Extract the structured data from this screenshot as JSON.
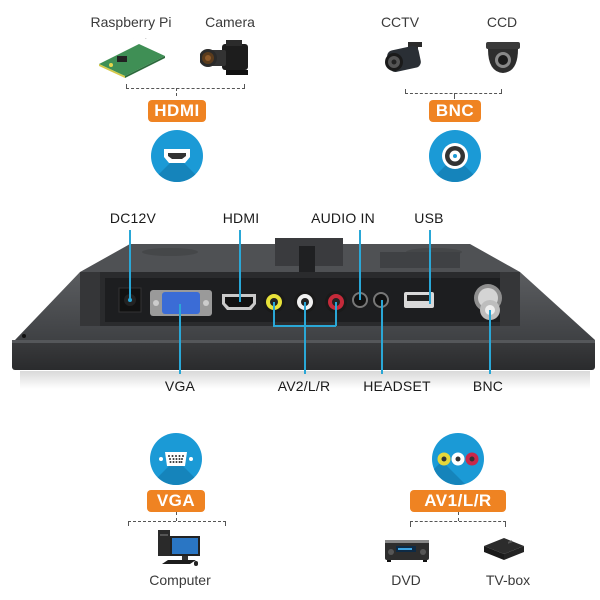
{
  "top_left_group": {
    "sources": [
      {
        "label": "Raspberry Pi",
        "icon": "raspberry-pi-board"
      },
      {
        "label": "Camera",
        "icon": "video-camera"
      }
    ],
    "badge": "HDMI",
    "connector_icon": "hdmi-port-icon"
  },
  "top_right_group": {
    "sources": [
      {
        "label": "CCTV",
        "icon": "bullet-security-camera"
      },
      {
        "label": "CCD",
        "icon": "dome-security-camera"
      }
    ],
    "badge": "BNC",
    "connector_icon": "bnc-port-icon"
  },
  "monitor_ports": {
    "top_labels": [
      "DC12V",
      "HDMI",
      "AUDIO IN",
      "USB"
    ],
    "bottom_labels": [
      "VGA",
      "AV2/L/R",
      "HEADSET",
      "BNC"
    ]
  },
  "bottom_left_group": {
    "badge": "VGA",
    "connector_icon": "vga-port-icon",
    "devices": [
      {
        "label": "Computer",
        "icon": "desktop-computer"
      }
    ]
  },
  "bottom_right_group": {
    "badge": "AV1/L/R",
    "connector_icon": "rca-av-port-icon",
    "devices": [
      {
        "label": "DVD",
        "icon": "dvd-player"
      },
      {
        "label": "TV-box",
        "icon": "tv-box"
      }
    ]
  },
  "colors": {
    "badge_orange": "#ef8322",
    "circle_blue": "#1b9ad6",
    "leader_line": "#2aa7d6",
    "monitor_body": "#3a3b3d"
  }
}
